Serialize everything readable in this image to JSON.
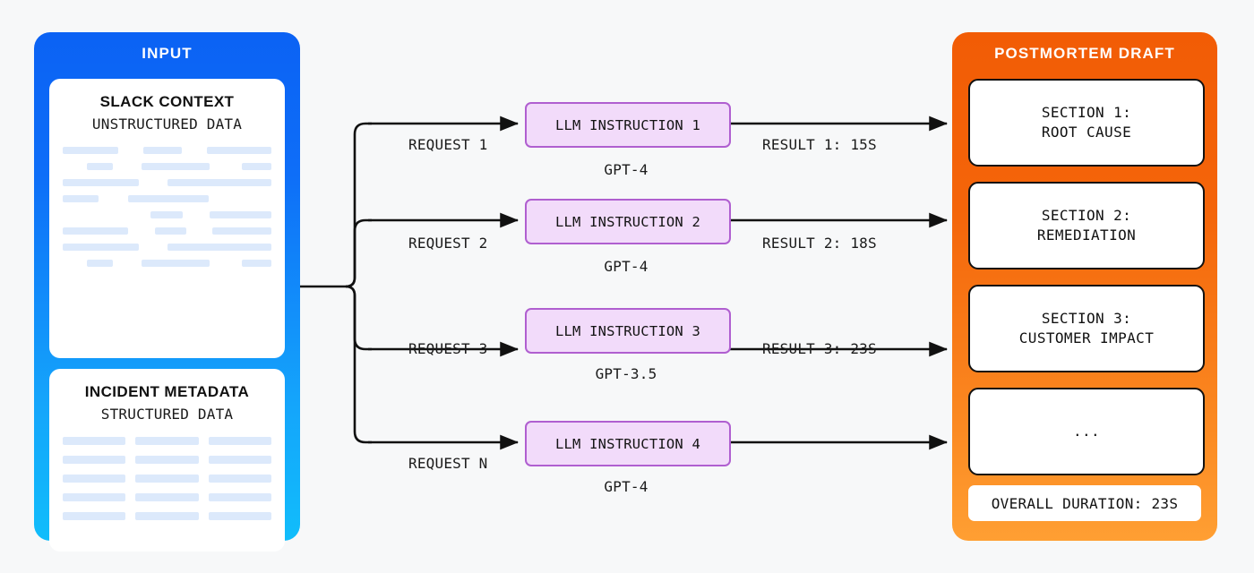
{
  "background": "#f7f8f9",
  "colors": {
    "input_panel_top": "#0b62f4",
    "input_panel_bottom": "#11bdfb",
    "output_panel_top": "#f25c05",
    "output_panel_bottom": "#ff9f33",
    "llm_box_fill": "#f2dbfa",
    "llm_box_border": "#b05fd0",
    "placeholder_bar": "#dce9fb",
    "wire": "#111111"
  },
  "input_panel": {
    "title": "INPUT",
    "cards": [
      {
        "heading": "SLACK CONTEXT",
        "subheading": "UNSTRUCTURED DATA",
        "style": "ragged"
      },
      {
        "heading": "INCIDENT METADATA",
        "subheading": "STRUCTURED DATA",
        "style": "grid"
      }
    ]
  },
  "pipeline": {
    "rows": [
      {
        "request_label": "REQUEST 1",
        "instruction": "LLM INSTRUCTION 1",
        "model": "GPT-4",
        "result_label": "RESULT 1: 15S"
      },
      {
        "request_label": "REQUEST 2",
        "instruction": "LLM INSTRUCTION 2",
        "model": "GPT-4",
        "result_label": "RESULT 2: 18S"
      },
      {
        "request_label": "REQUEST 3",
        "instruction": "LLM INSTRUCTION 3",
        "model": "GPT-3.5",
        "result_label": "RESULT 3: 23S"
      },
      {
        "request_label": "REQUEST N",
        "instruction": "LLM INSTRUCTION 4",
        "model": "GPT-4",
        "result_label": ""
      }
    ]
  },
  "output_panel": {
    "title": "POSTMORTEM DRAFT",
    "sections": [
      {
        "line1": "SECTION 1:",
        "line2": "ROOT CAUSE"
      },
      {
        "line1": "SECTION 2:",
        "line2": "REMEDIATION"
      },
      {
        "line1": "SECTION 3:",
        "line2": "CUSTOMER IMPACT"
      },
      {
        "line1": "...",
        "line2": ""
      }
    ],
    "duration": "OVERALL DURATION: 23S"
  }
}
